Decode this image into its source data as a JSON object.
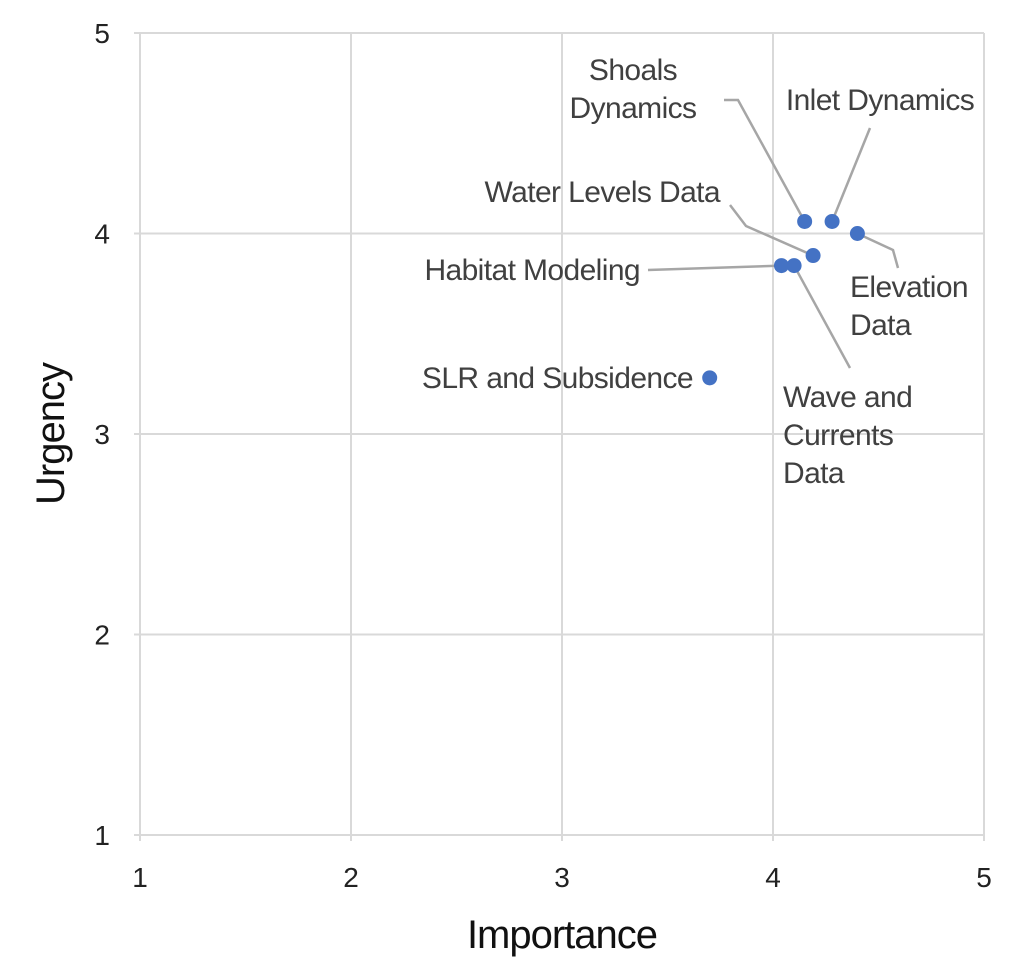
{
  "chart_data": {
    "type": "scatter",
    "title": "",
    "xlabel": "Importance",
    "ylabel": "Urgency",
    "xlim": [
      1,
      5
    ],
    "ylim": [
      1,
      5
    ],
    "xticks": [
      "1",
      "2",
      "3",
      "4",
      "5"
    ],
    "yticks": [
      "1",
      "2",
      "3",
      "4",
      "5"
    ],
    "grid": true,
    "marker_color": "#4472C4",
    "points": [
      {
        "label": [
          "Shoals",
          "Dynamics"
        ],
        "x": 4.15,
        "y": 4.06
      },
      {
        "label": [
          "Inlet Dynamics"
        ],
        "x": 4.28,
        "y": 4.06
      },
      {
        "label": [
          "Elevation",
          "Data"
        ],
        "x": 4.4,
        "y": 4.0
      },
      {
        "label": [
          "Water Levels Data"
        ],
        "x": 4.19,
        "y": 3.89
      },
      {
        "label": [
          "Habitat Modeling"
        ],
        "x": 4.04,
        "y": 3.84
      },
      {
        "label": [
          "Wave and",
          "Currents",
          "Data"
        ],
        "x": 4.1,
        "y": 3.84
      },
      {
        "label": [
          "SLR and Subsidence"
        ],
        "x": 3.7,
        "y": 3.28
      }
    ]
  }
}
